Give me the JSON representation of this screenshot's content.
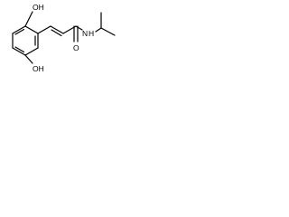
{
  "molecule": {
    "atom_labels": {
      "oh_top": "OH",
      "oh_bottom": "OH",
      "carbonyl_o": "O",
      "amide_n": "N",
      "amide_h": "H"
    }
  }
}
